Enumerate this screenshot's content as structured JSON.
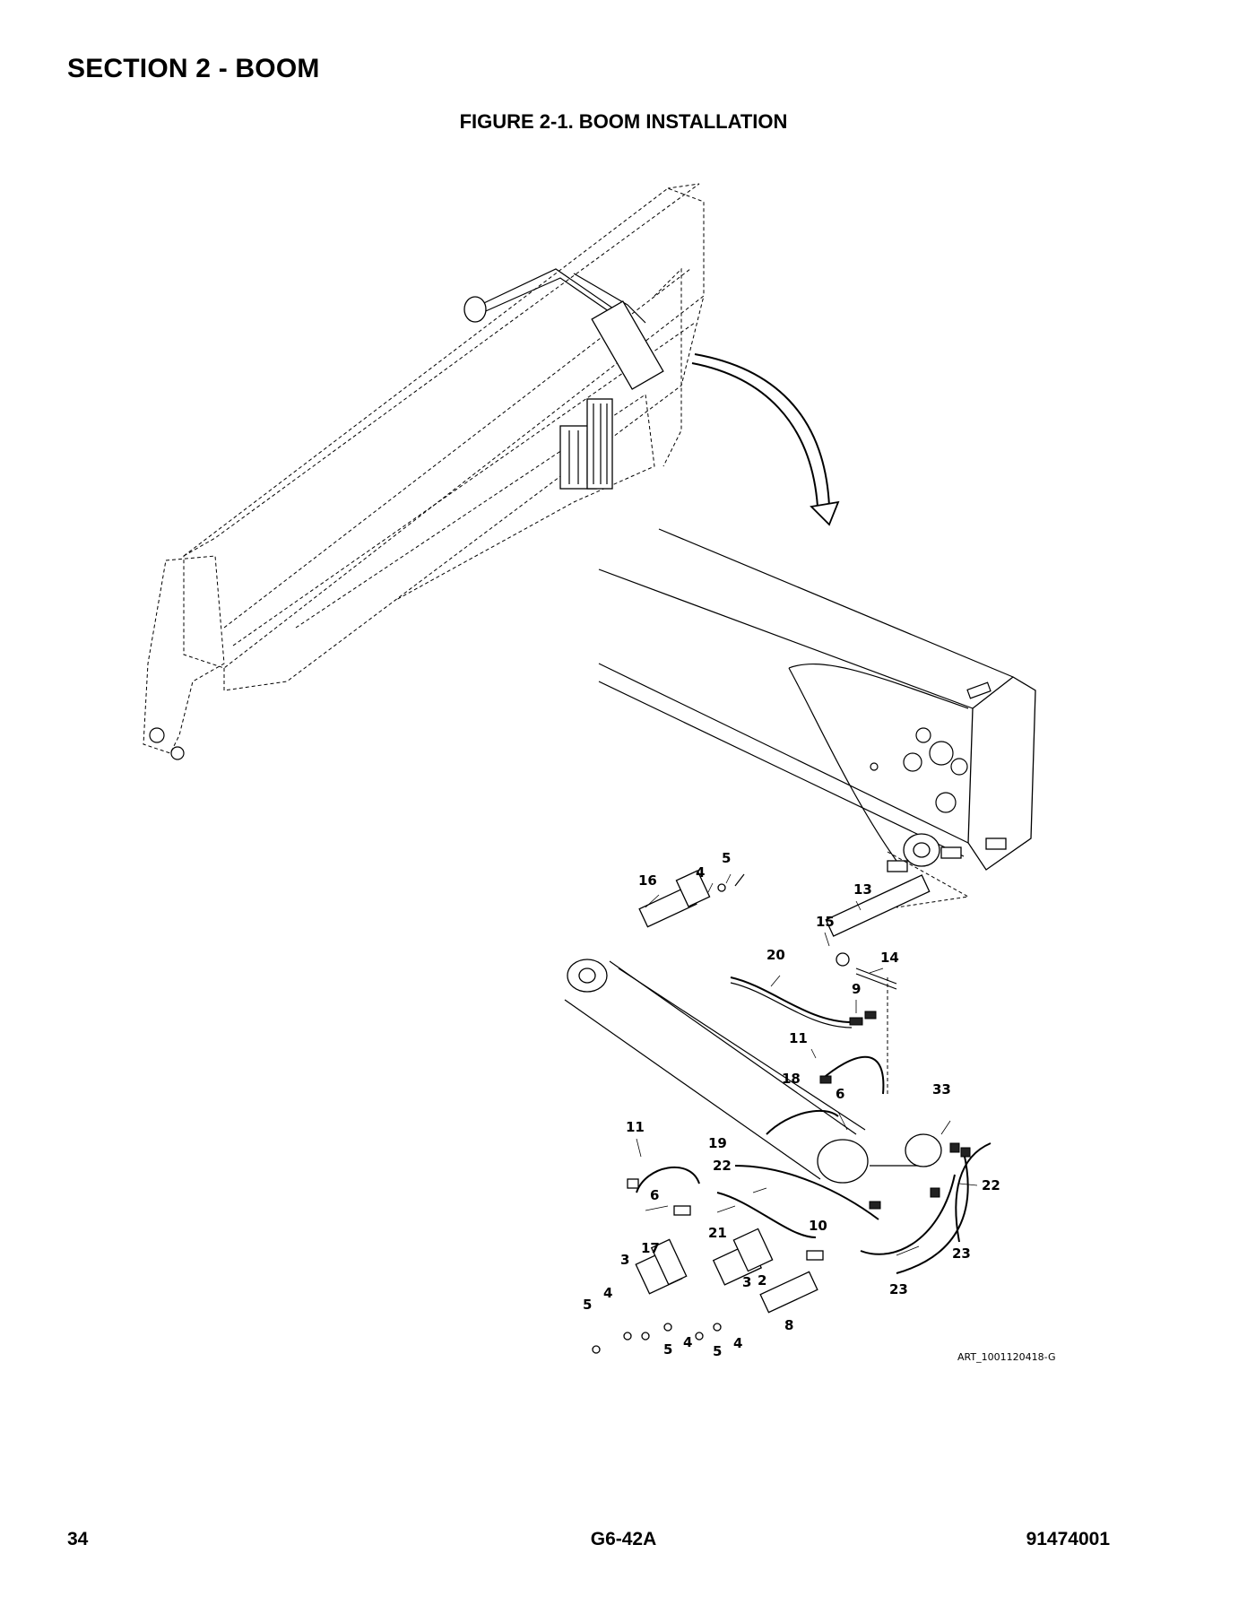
{
  "section_title": "SECTION 2 - BOOM",
  "figure_title": "FIGURE 2-1. BOOM INSTALLATION",
  "art_id": "ART_1001120418-G",
  "callouts": {
    "c16": "16",
    "c4a": "4",
    "c5a": "5",
    "c13": "13",
    "c15": "15",
    "c14": "14",
    "c20": "20",
    "c9": "9",
    "c11a": "11",
    "c18": "18",
    "c6a": "6",
    "c33": "33",
    "c11b": "11",
    "c19": "19",
    "c22a": "22",
    "c22b": "22",
    "c6b": "6",
    "c21": "21",
    "c10": "10",
    "c23a": "23",
    "c23b": "23",
    "c17": "17",
    "c3a": "3",
    "c3b": "3",
    "c2": "2",
    "c8": "8",
    "c5b": "5",
    "c4b": "4",
    "c5c": "5",
    "c4c": "4",
    "c5d": "5",
    "c4d": "4"
  },
  "footer": {
    "page_number": "34",
    "model": "G6-42A",
    "doc_number": "91474001"
  }
}
